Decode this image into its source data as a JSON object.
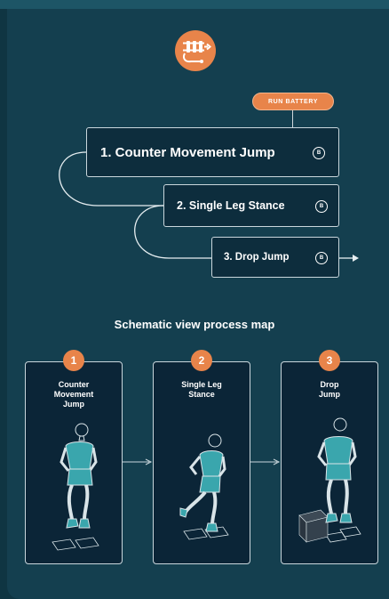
{
  "header": {
    "logo_icon": "battery-loop-icon",
    "run_label": "RUN BATTERY"
  },
  "steps": [
    {
      "label": "1. Counter Movement Jump",
      "badge": "B"
    },
    {
      "label": "2. Single Leg Stance",
      "badge": "B"
    },
    {
      "label": "3.  Drop Jump",
      "badge": "B"
    }
  ],
  "schematic": {
    "title": "Schematic view process map",
    "cards": [
      {
        "number": "1",
        "name_lines": [
          "Counter",
          "Movement",
          "Jump"
        ],
        "figure": "counter-movement-jump-figure"
      },
      {
        "number": "2",
        "name_lines": [
          "Single Leg",
          "Stance"
        ],
        "figure": "single-leg-stance-figure"
      },
      {
        "number": "3",
        "name_lines": [
          "Drop",
          "Jump"
        ],
        "figure": "drop-jump-figure"
      }
    ]
  },
  "colors": {
    "background": "#0f3542",
    "panel": "#143f4f",
    "accent": "#e8844a",
    "box": "#0d2d3d",
    "figure": "#3aa6ad"
  }
}
